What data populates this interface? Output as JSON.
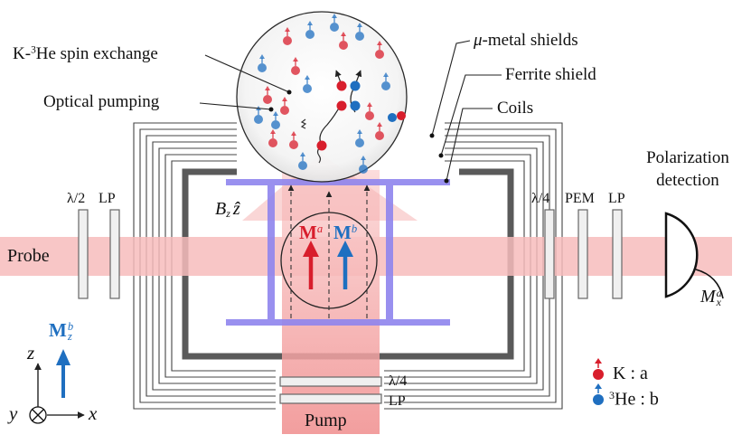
{
  "labels": {
    "spin_exchange_prefix": "K-",
    "spin_exchange_sup": "3",
    "spin_exchange_suffix": "He spin exchange",
    "optical_pumping": "Optical pumping",
    "mu_metal_mu": "μ",
    "mu_metal_rest": "-metal shields",
    "ferrite_shield": "Ferrite shield",
    "coils": "Coils",
    "polarization_line1": "Polarization",
    "polarization_line2": "detection",
    "half_wave": "λ/2",
    "lp_probe": "LP",
    "quarter_wave_probe": "λ/4",
    "pem": "PEM",
    "lp_detect": "LP",
    "probe": "Probe",
    "pump": "Pump",
    "quarter_wave_pump": "λ/4",
    "lp_pump": "LP",
    "bz_B": "B",
    "bz_sub": "z",
    "bz_zhat": "ẑ",
    "ma_M": "M",
    "ma_sup": "a",
    "mb_M": "M",
    "mb_sup": "b",
    "mxa_M": "M",
    "mxa_sub": "x",
    "mxa_sup": "a",
    "mzb_M": "M",
    "mzb_sub": "z",
    "mzb_sup": "b",
    "axis_z": "z",
    "axis_y": "y",
    "axis_x": "x",
    "legend_k": "K  : a",
    "legend_he_sup": "3",
    "legend_he": "He : b"
  },
  "colors": {
    "potassium": "#d81e2c",
    "helium": "#1f6fc0",
    "coil": "#8f85ee",
    "ferrite": "#5a5a5a",
    "beam": "#f7bcbc"
  }
}
